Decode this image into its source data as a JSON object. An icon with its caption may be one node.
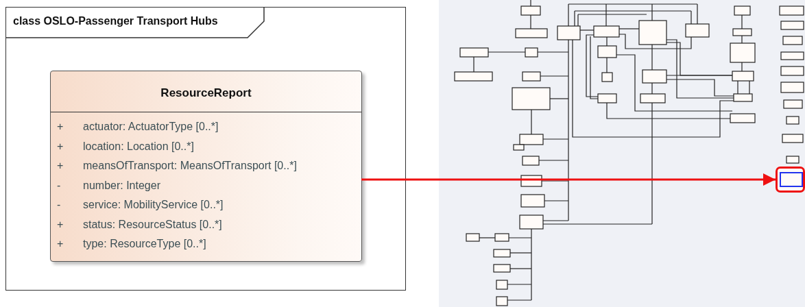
{
  "diagram": {
    "nodes": [
      {
        "text": [
          "class OSLO-Passenger Transport Hubs"
        ]
      },
      {
        "text": [
          "ResourceReport",
          "+",
          "actuator: ActuatorType [0..*]",
          "+",
          "location: Location [0..*]",
          "+",
          "meansOfTransport: MeansOfTransport [0..*]",
          "-",
          "number: Integer",
          "-",
          "service: MobilityService [0..*]",
          "+",
          "status: ResourceStatus [0..*]",
          "+",
          "type: ResourceType [0..*]"
        ],
        "in": 0
      },
      {
        "text": [],
        "shape": "box"
      }
    ],
    "edges": [
      {
        "from": 1,
        "to": 2,
        "arrow": "to",
        "color": "#ee1111"
      }
    ]
  }
}
